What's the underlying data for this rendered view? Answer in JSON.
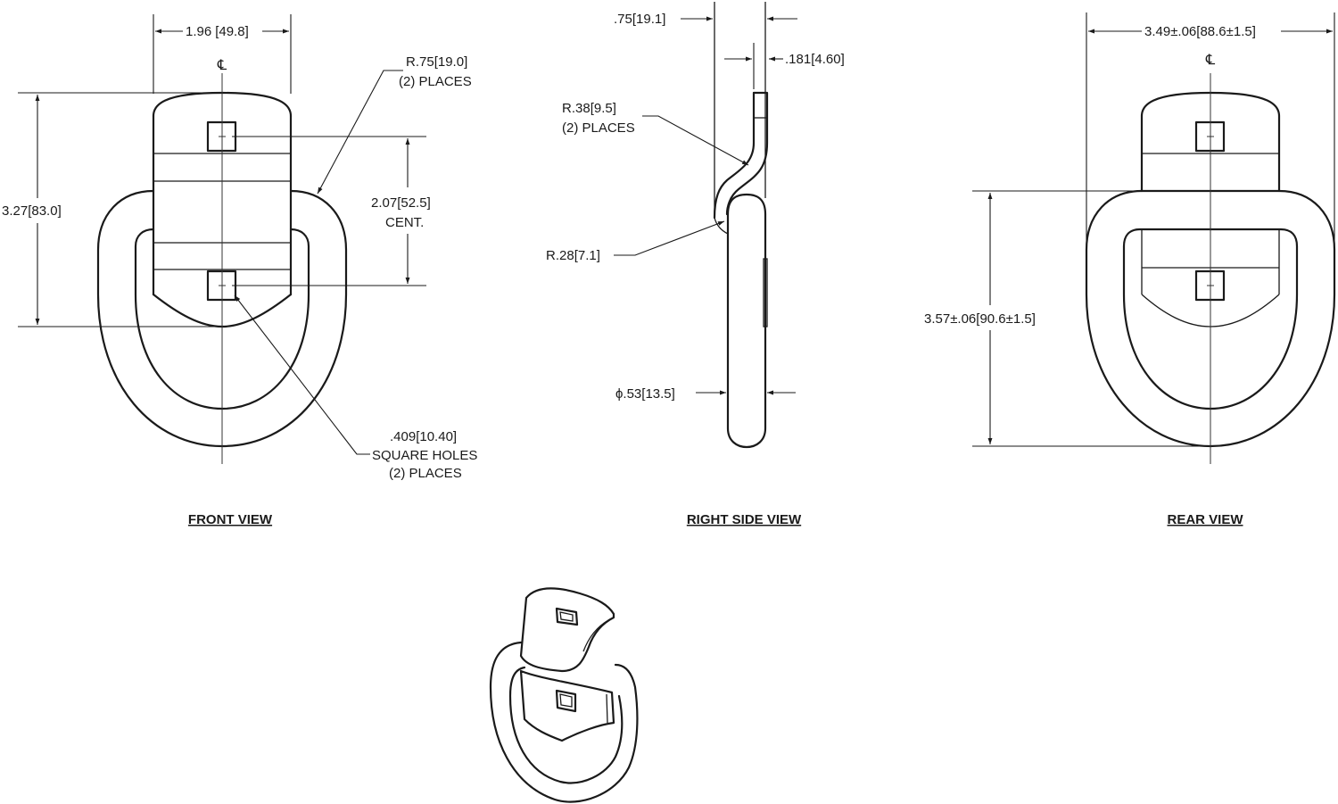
{
  "views": {
    "front": {
      "title": "FRONT VIEW",
      "centerline": "℄",
      "width_dim": "1.96",
      "width_dim_mm": "49.8",
      "radius_dim": "R.75",
      "radius_dim_mm": "19.0",
      "radius_note": "(2) PLACES",
      "height_dim": "3.27",
      "height_dim_mm": "83.0",
      "hole_spacing_dim": "2.07",
      "hole_spacing_dim_mm": "52.5",
      "hole_spacing_note": "CENT.",
      "hole_size_dim": ".409",
      "hole_size_dim_mm": "10.40",
      "hole_note_1": "SQUARE HOLES",
      "hole_note_2": "(2) PLACES"
    },
    "side": {
      "title": "RIGHT SIDE VIEW",
      "offset_dim": ".75",
      "offset_dim_mm": "19.1",
      "thickness_dim": ".181",
      "thickness_dim_mm": "4.60",
      "bend_radius_dim": "R.38",
      "bend_radius_dim_mm": "9.5",
      "bend_radius_note": "(2) PLACES",
      "inner_radius_dim": "R.28",
      "inner_radius_dim_mm": "7.1",
      "ring_dia_dim": "ϕ.53",
      "ring_dia_dim_mm": "13.5"
    },
    "rear": {
      "title": "REAR VIEW",
      "centerline": "℄",
      "width_dim": "3.49±.06",
      "width_dim_mm": "88.6±1.5",
      "height_dim": "3.57±.06",
      "height_dim_mm": "90.6±1.5"
    }
  }
}
